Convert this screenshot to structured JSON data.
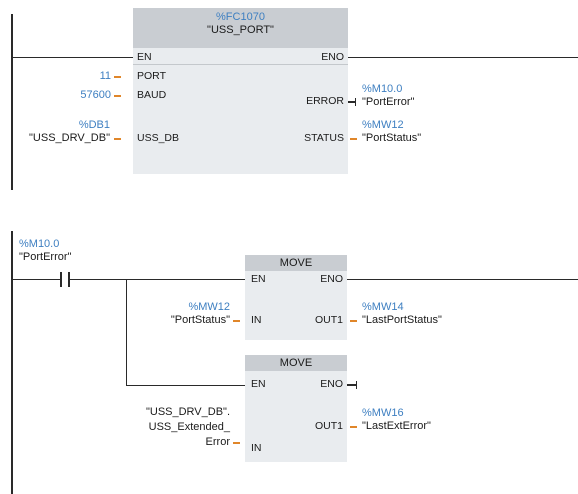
{
  "network1": {
    "block": {
      "address": "%FC1070",
      "name": "\"USS_PORT\"",
      "pins": {
        "en": "EN",
        "eno": "ENO",
        "port": "PORT",
        "baud": "BAUD",
        "usd_db": "USS_DB",
        "error": "ERROR",
        "status": "STATUS"
      }
    },
    "inputs": {
      "port_value": "11",
      "baud_value": "57600",
      "db_address": "%DB1",
      "db_name": "\"USS_DRV_DB\""
    },
    "outputs": {
      "error_address": "%M10.0",
      "error_name": "\"PortError\"",
      "status_address": "%MW12",
      "status_name": "\"PortStatus\""
    }
  },
  "network2": {
    "contact": {
      "address": "%M10.0",
      "name": "\"PortError\""
    },
    "move1": {
      "title": "MOVE",
      "pins": {
        "en": "EN",
        "eno": "ENO",
        "in": "IN",
        "out1": "OUT1"
      },
      "in_address": "%MW12",
      "in_name": "\"PortStatus\"",
      "out_address": "%MW14",
      "out_name": "\"LastPortStatus\""
    },
    "move2": {
      "title": "MOVE",
      "pins": {
        "en": "EN",
        "eno": "ENO",
        "in": "IN",
        "out1": "OUT1"
      },
      "in_line1": "\"USS_DRV_DB\".",
      "in_line2": "USS_Extended_",
      "in_line3": "Error",
      "out_address": "%MW16",
      "out_name": "\"LastExtError\""
    }
  },
  "colors": {
    "address_blue": "#3e7fc1",
    "tick_orange": "#e0862a",
    "block_body": "#e9ecef",
    "block_header": "#c9cdd2"
  }
}
